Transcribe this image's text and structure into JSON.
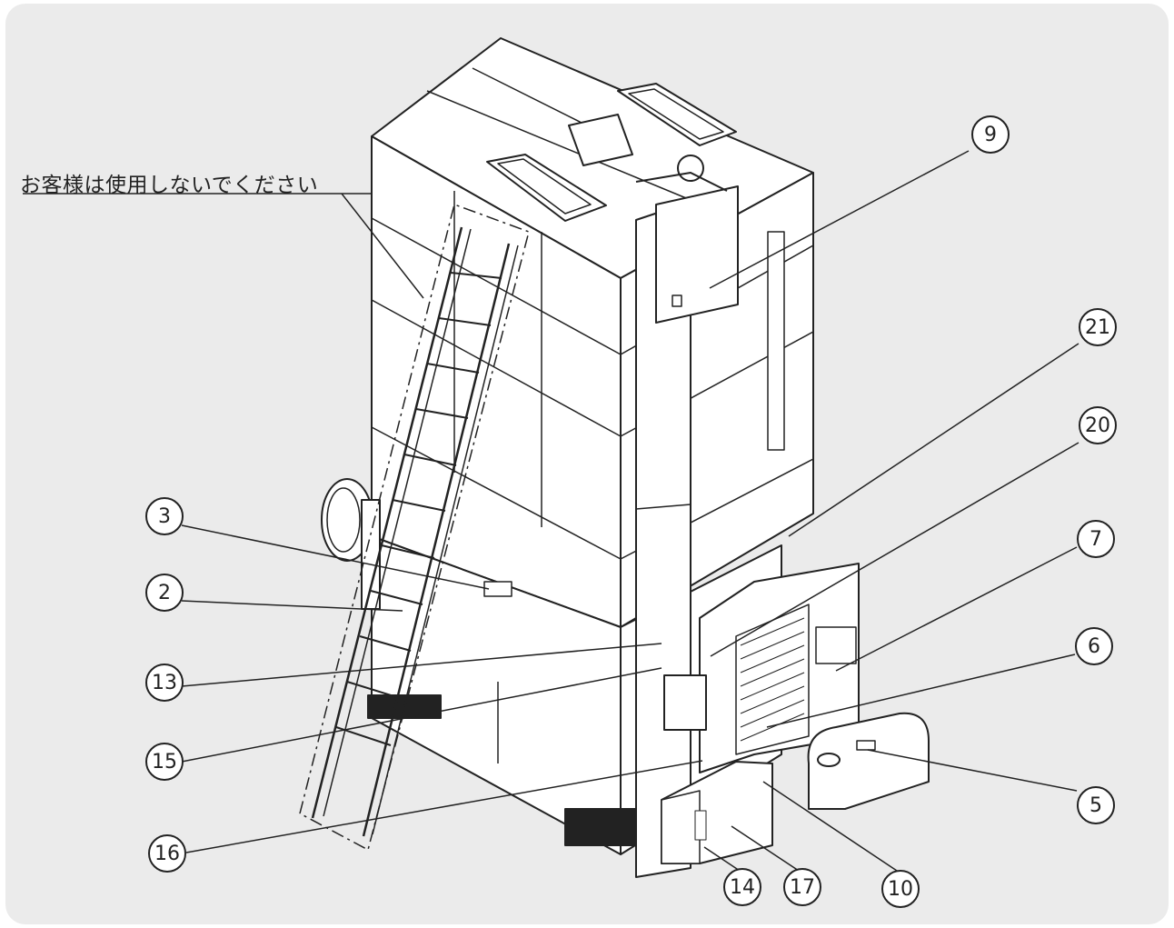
{
  "note": {
    "text": "お客様は使用しないでください"
  },
  "callouts": [
    {
      "id": "c9",
      "label": "9",
      "name": "callout-9"
    },
    {
      "id": "c21",
      "label": "21",
      "name": "callout-21"
    },
    {
      "id": "c20",
      "label": "20",
      "name": "callout-20"
    },
    {
      "id": "c7",
      "label": "7",
      "name": "callout-7"
    },
    {
      "id": "c6",
      "label": "6",
      "name": "callout-6"
    },
    {
      "id": "c5",
      "label": "5",
      "name": "callout-5"
    },
    {
      "id": "c3",
      "label": "3",
      "name": "callout-3"
    },
    {
      "id": "c2",
      "label": "2",
      "name": "callout-2"
    },
    {
      "id": "c13",
      "label": "13",
      "name": "callout-13"
    },
    {
      "id": "c15",
      "label": "15",
      "name": "callout-15"
    },
    {
      "id": "c16",
      "label": "16",
      "name": "callout-16"
    },
    {
      "id": "c14",
      "label": "14",
      "name": "callout-14"
    },
    {
      "id": "c17",
      "label": "17",
      "name": "callout-17"
    },
    {
      "id": "c10",
      "label": "10",
      "name": "callout-10"
    }
  ],
  "colors": {
    "background": "#ebebeb",
    "line": "#222222",
    "fill": "#ffffff"
  }
}
